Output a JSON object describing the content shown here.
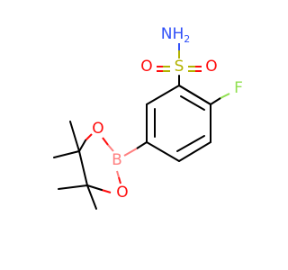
{
  "molecule": {
    "atoms": {
      "nh2": {
        "label": "NH",
        "subscript": "2",
        "color": "#3050f8"
      },
      "s": {
        "label": "S",
        "color": "#b2b200"
      },
      "o1": {
        "label": "O",
        "color": "#ff0d0d"
      },
      "o2": {
        "label": "O",
        "color": "#ff0d0d"
      },
      "f": {
        "label": "F",
        "color": "#90e050"
      },
      "b": {
        "label": "B",
        "color": "#ff7f7f"
      },
      "o3": {
        "label": "O",
        "color": "#ff0d0d"
      },
      "o4": {
        "label": "O",
        "color": "#ff0d0d"
      }
    }
  }
}
